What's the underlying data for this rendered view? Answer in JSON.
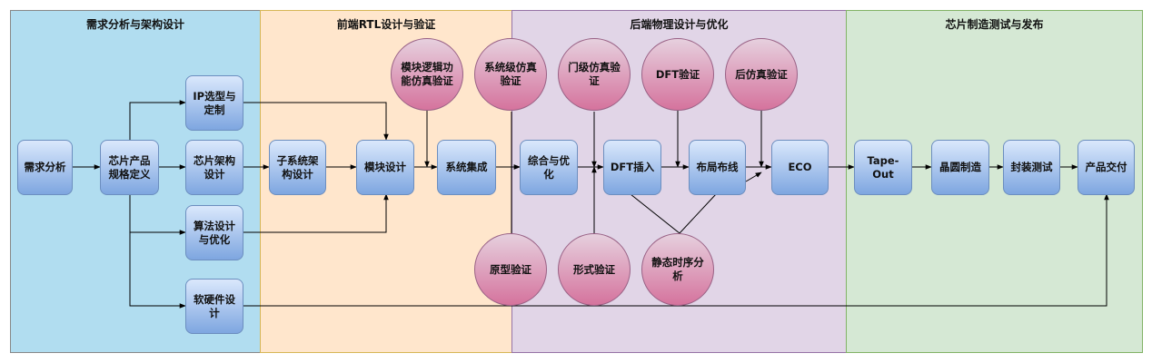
{
  "lanes": {
    "requirements": "需求分析与架构设计",
    "frontend": "前端RTL设计与验证",
    "backend": "后端物理设计与优化",
    "manufacturing": "芯片制造测试与发布"
  },
  "nodes": {
    "req_analysis": "需求分析",
    "chip_spec": "芯片产品规格定义",
    "ip_select": "IP选型与定制",
    "chip_arch": "芯片架构设计",
    "algo": "算法设计与优化",
    "hw_sw": "软硬件设计",
    "subsys_arch": "子系统架构设计",
    "module_design": "模块设计",
    "sys_integration": "系统集成",
    "synthesis": "综合与优化",
    "dft_insert": "DFT插入",
    "place_route": "布局布线",
    "eco": "ECO",
    "tapeout": "Tape-Out",
    "wafer": "晶圆制造",
    "package_test": "封装测试",
    "delivery": "产品交付"
  },
  "checks": {
    "module_sim": "模块逻辑功能仿真验证",
    "system_sim": "系统级仿真验证",
    "gate_sim": "门级仿真验证",
    "dft_verify": "DFT验证",
    "post_sim": "后仿真验证",
    "prototype": "原型验证",
    "formal": "形式验证",
    "sta": "静态时序分析"
  },
  "colors": {
    "lane_requirements": "#b1ddf0",
    "lane_frontend": "#ffe6cc",
    "lane_backend": "#e1d5e7",
    "lane_manufacturing": "#d5e8d4",
    "node_fill": "#7ea6e0",
    "check_fill": "#d5739d"
  }
}
